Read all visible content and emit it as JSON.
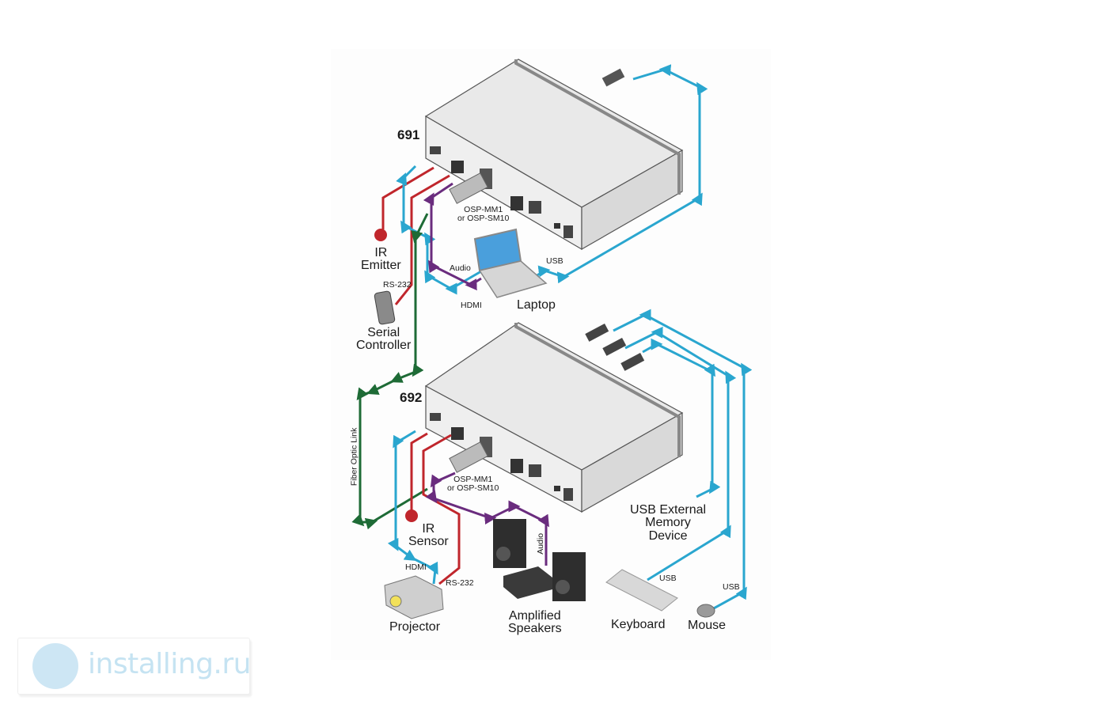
{
  "devices": {
    "transmitter": {
      "model": "691"
    },
    "receiver": {
      "model": "692"
    },
    "module_label_top": "OSP-MM1\nor OSP-SM10",
    "module_label_bottom": "OSP-MM1\nor OSP-SM10"
  },
  "components": {
    "ir_emitter": "IR\nEmitter",
    "serial_controller": "Serial\nController",
    "laptop": "Laptop",
    "ir_sensor": "IR\nSensor",
    "projector": "Projector",
    "amplified_speakers": "Amplified\nSpeakers",
    "usb_memory": "USB External\nMemory\nDevice",
    "keyboard": "Keyboard",
    "mouse": "Mouse"
  },
  "cables": {
    "rs232_top": "RS-232",
    "audio_top": "Audio",
    "hdmi_top": "HDMI",
    "usb_top": "USB",
    "fiber": "Fiber Optic Link",
    "hdmi_bottom": "HDMI",
    "rs232_bottom": "RS-232",
    "audio_bottom": "Audio",
    "usb_keyboard": "USB",
    "usb_mouse": "USB"
  },
  "colors": {
    "hdmi_usb": "#2aa6cf",
    "rs232_ir": "#c0262c",
    "audio": "#6a2c7e",
    "fiber": "#1e6b36",
    "device_body": "#e6e6e6"
  },
  "watermark": {
    "text": "installing.ru"
  }
}
